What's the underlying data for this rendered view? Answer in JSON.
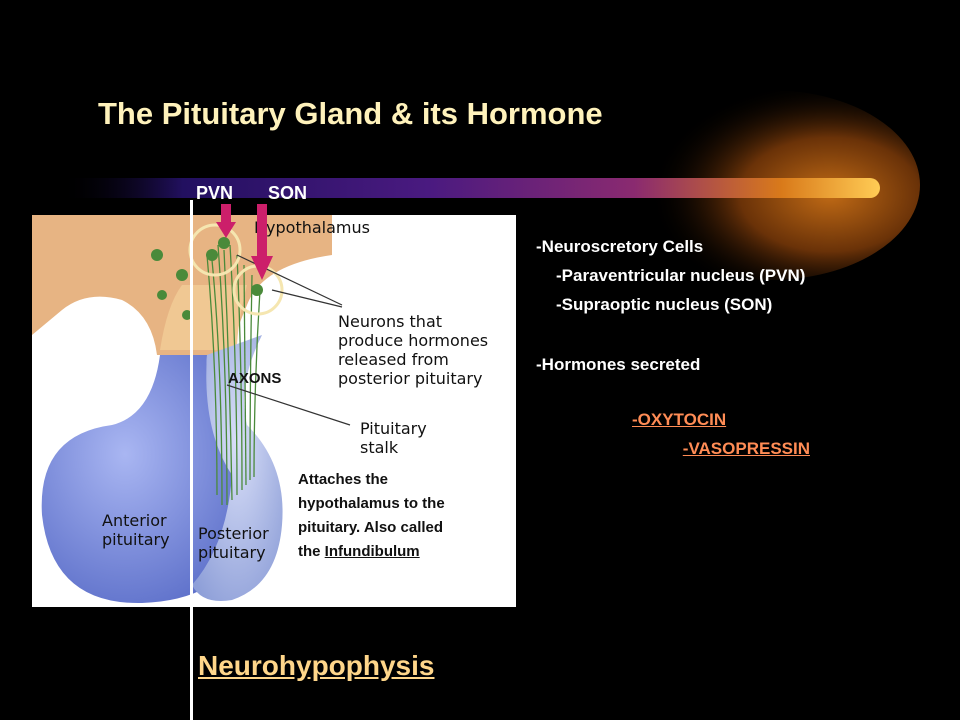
{
  "slide": {
    "title": "The Pituitary Gland & its Hormone",
    "colors": {
      "background": "#000000",
      "title": "#fff2bb",
      "hormones": "#ff8c55",
      "arrows": "#cc1f6a",
      "comet": "#b85a10"
    }
  },
  "nuclei_labels": {
    "pvn": "PVN",
    "son": "SON"
  },
  "diagram": {
    "hypothalamus": "Hypothalamus",
    "neurons_label": [
      "Neurons that",
      "produce hormones",
      "released from",
      "posterior pituitary"
    ],
    "axons": "AXONS",
    "stalk_label": [
      "Pituitary",
      "stalk"
    ],
    "anterior_label": [
      "Anterior",
      "pituitary"
    ],
    "posterior_label": [
      "Posterior",
      "pituitary"
    ],
    "note_lines": [
      "Attaches the",
      "hypothalamus to the",
      "pituitary. Also called"
    ],
    "note_prefix": "the ",
    "note_term": "Infundibulum"
  },
  "right_panel": {
    "cells_heading": "-Neuroscretory Cells",
    "pvn_line": "-Paraventricular nucleus (PVN)",
    "son_line": "-Supraoptic nucleus (SON)",
    "hormones_heading": "-Hormones secreted",
    "hormones": [
      "-OXYTOCIN",
      "-VASOPRESSIN"
    ]
  },
  "footer": {
    "label": "Neurohypophysis"
  }
}
